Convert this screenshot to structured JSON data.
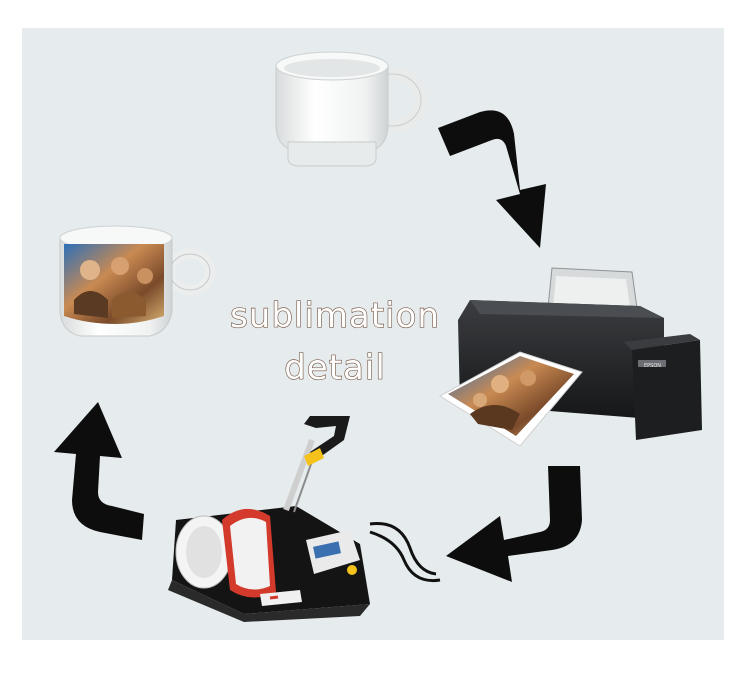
{
  "caption": {
    "line1": "sublimation",
    "line2": "detail"
  },
  "printer": {
    "brand_label": "EPSON"
  },
  "colors": {
    "background": "#e6ecee",
    "arrow": "#0d0d0d",
    "caption_outline": "#7a5a48",
    "press_accent": "#d33a2c",
    "handle_yellow": "#f4c21a",
    "display_blue": "#3a6fb0"
  },
  "icons": {
    "blank_mug": "blank-white-mug-icon",
    "printed_mug": "printed-mug-icon",
    "printer": "inkjet-printer-icon",
    "heat_press": "mug-heat-press-icon",
    "arrows": "process-flow-arrow-icon"
  }
}
